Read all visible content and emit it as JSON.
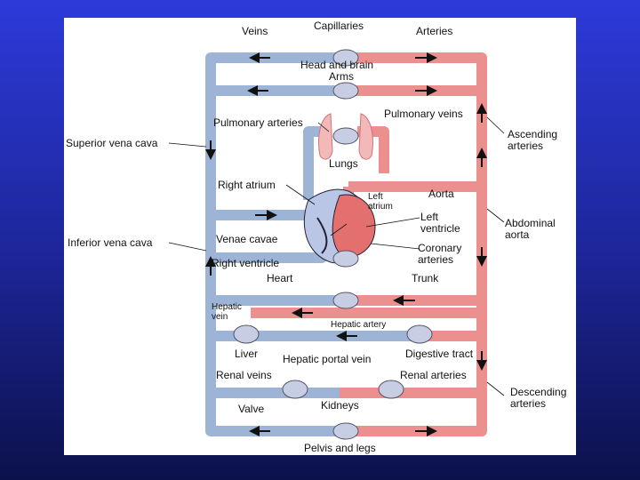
{
  "colors": {
    "vein": "#9db4d6",
    "artery": "#ec8f8f",
    "capillary": "#c7cde3",
    "background": "#2a35c9",
    "panel": "#ffffff",
    "text": "#111111"
  },
  "labels": {
    "veins": "Veins",
    "capillaries": "Capillaries",
    "arteries": "Arteries",
    "head_and_brain": "Head and brain",
    "arms": "Arms",
    "pulmonary_arteries": "Pulmonary arteries",
    "pulmonary_veins": "Pulmonary veins",
    "superior_vena_cava": "Superior vena cava",
    "ascending_arteries": "Ascending\narteries",
    "lungs": "Lungs",
    "right_atrium": "Right atrium",
    "left_atrium": "Left\natrium",
    "aorta": "Aorta",
    "left_ventricle": "Left\nventricle",
    "abdominal_aorta": "Abdominal\naorta",
    "inferior_vena_cava": "Inferior vena cava",
    "venae_cavae": "Venae cavae",
    "coronary_arteries": "Coronary\narteries",
    "right_ventricle": "Right ventricle",
    "heart": "Heart",
    "trunk": "Trunk",
    "hepatic_vein": "Hepatic\nvein",
    "hepatic_artery": "Hepatic artery",
    "liver": "Liver",
    "digestive_tract": "Digestive tract",
    "hepatic_portal_vein": "Hepatic portal vein",
    "renal_veins": "Renal veins",
    "renal_arteries": "Renal arteries",
    "descending_arteries": "Descending\narteries",
    "kidneys": "Kidneys",
    "valve": "Valve",
    "pelvis_and_legs": "Pelvis and legs"
  }
}
